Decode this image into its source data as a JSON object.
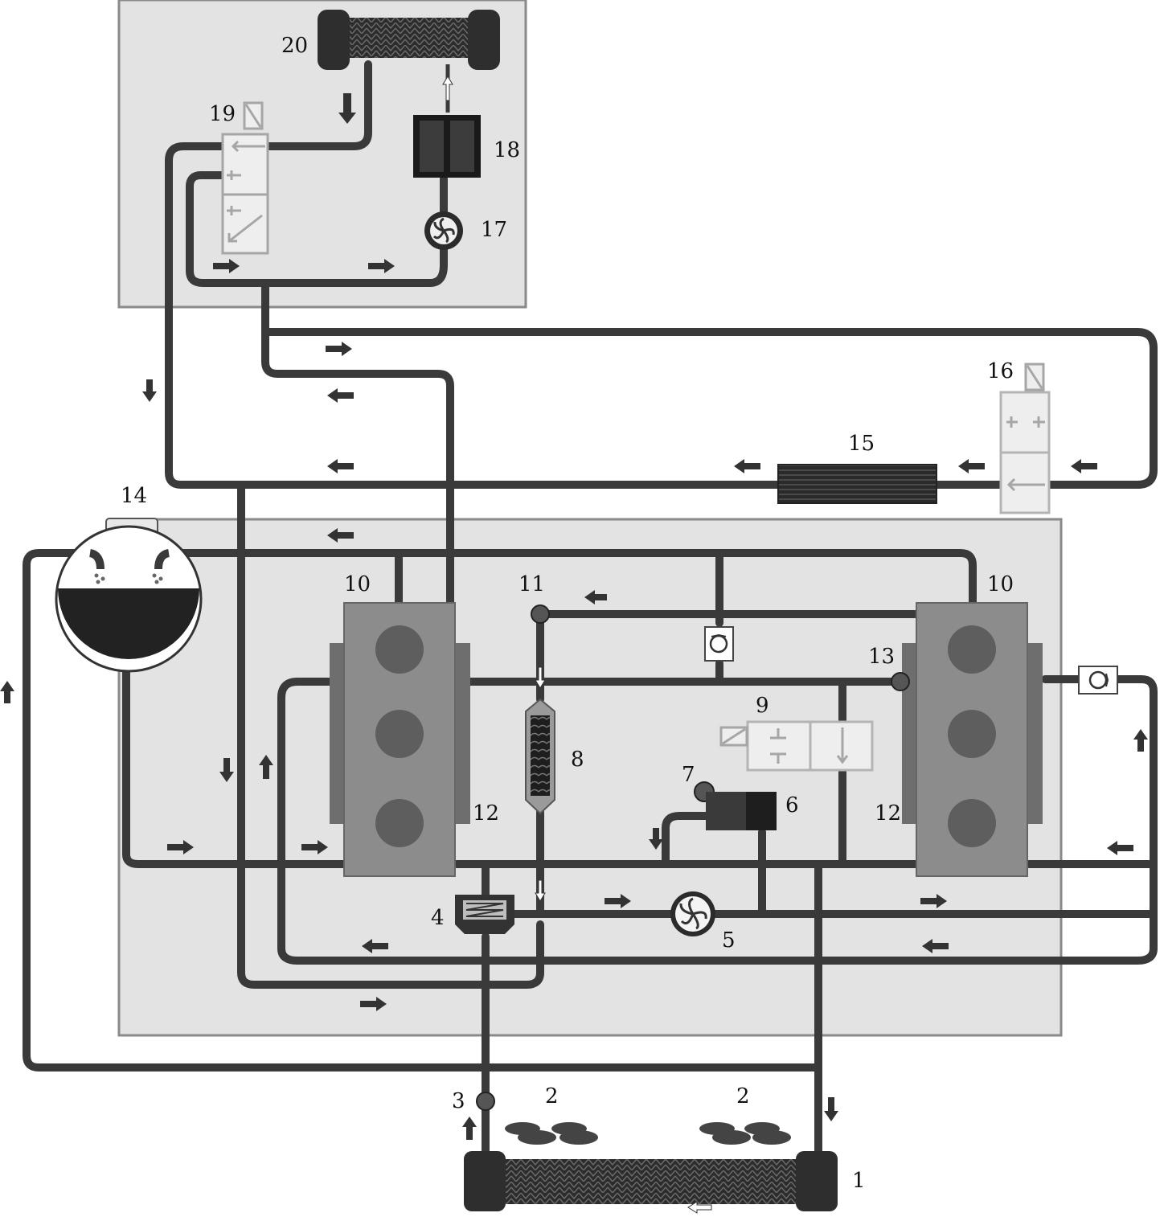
{
  "diagram": {
    "labels": {
      "c1": "1",
      "c2a": "2",
      "c2b": "2",
      "c3": "3",
      "c4": "4",
      "c5": "5",
      "c6": "6",
      "c7": "7",
      "c8": "8",
      "c9": "9",
      "c10a": "10",
      "c10b": "10",
      "c11": "11",
      "c12a": "12",
      "c12b": "12",
      "c13": "13",
      "c14": "14",
      "c15": "15",
      "c16": "16",
      "c17": "17",
      "c18": "18",
      "c19": "19",
      "c20": "20"
    },
    "icons": {
      "fan": "fan-icon",
      "pump": "pump-icon",
      "check_valve": "check-valve-icon",
      "solenoid_valve": "solenoid-valve-icon",
      "arrow": "flow-arrow-icon"
    },
    "colors": {
      "pipe": "#3a3a3a",
      "panel": "#e3e3e3",
      "panel_border": "#8a8a8a",
      "engine": "#8c8c8c",
      "cylinder": "#5e5e5e",
      "valve_body": "#eeeeee"
    }
  }
}
